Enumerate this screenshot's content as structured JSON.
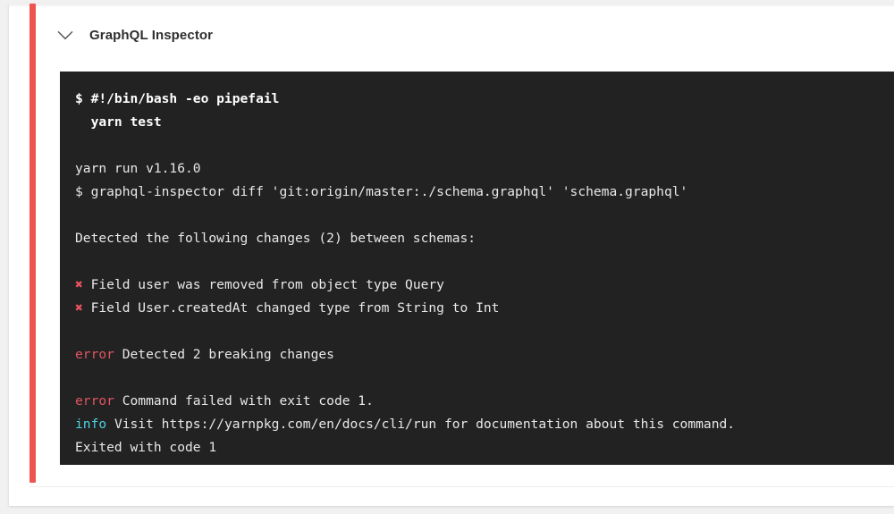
{
  "job": {
    "title": "GraphQL Inspector",
    "collapse_icon": "chevron-down-icon",
    "status_color": "#ef5350"
  },
  "terminal": {
    "background_color": "#222222",
    "error_color": "#e05561",
    "info_color": "#4dd0e1",
    "cross_color": "#e8525f",
    "lines": [
      {
        "type": "command",
        "text": "$ #!/bin/bash -eo pipefail"
      },
      {
        "type": "command",
        "text": "  yarn test"
      },
      {
        "type": "blank",
        "text": ""
      },
      {
        "type": "output",
        "text": "yarn run v1.16.0"
      },
      {
        "type": "output",
        "text": "$ graphql-inspector diff 'git:origin/master:./schema.graphql' 'schema.graphql'"
      },
      {
        "type": "blank",
        "text": ""
      },
      {
        "type": "output",
        "text": "Detected the following changes (2) between schemas:"
      },
      {
        "type": "blank",
        "text": ""
      },
      {
        "type": "change",
        "marker": "✖",
        "text": " Field user was removed from object type Query"
      },
      {
        "type": "change",
        "marker": "✖",
        "text": " Field User.createdAt changed type from String to Int"
      },
      {
        "type": "blank",
        "text": ""
      },
      {
        "type": "error",
        "label": "error",
        "text": " Detected 2 breaking changes"
      },
      {
        "type": "blank",
        "text": ""
      },
      {
        "type": "error",
        "label": "error",
        "text": " Command failed with exit code 1."
      },
      {
        "type": "info",
        "label": "info",
        "text": " Visit https://yarnpkg.com/en/docs/cli/run for documentation about this command."
      },
      {
        "type": "output",
        "text": "Exited with code 1"
      }
    ]
  }
}
